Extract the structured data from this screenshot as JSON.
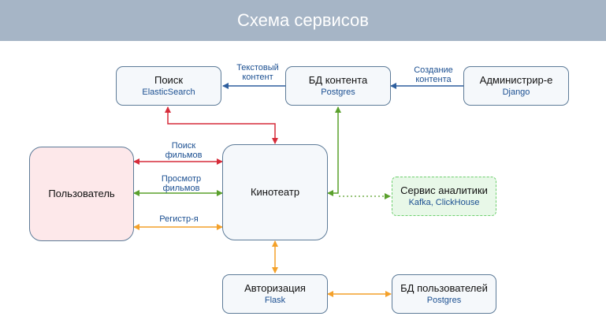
{
  "header": {
    "title": "Схема сервисов"
  },
  "nodes": {
    "search": {
      "title": "Поиск",
      "tech": "ElasticSearch"
    },
    "content_db": {
      "title": "БД контента",
      "tech": "Postgres"
    },
    "admin": {
      "title": "Администрир-е",
      "tech": "Django"
    },
    "user": {
      "title": "Пользователь"
    },
    "cinema": {
      "title": "Кинотеатр"
    },
    "analytics": {
      "title": "Сервис аналитики",
      "tech": "Kafka, ClickHouse"
    },
    "auth": {
      "title": "Авторизация",
      "tech": "Flask"
    },
    "users_db": {
      "title": "БД пользователей",
      "tech": "Postgres"
    }
  },
  "edges": {
    "text_content": "Текстовый\nконтент",
    "create_content": "Создание\nконтента",
    "search_films": "Поиск\nфильмов",
    "view_films": "Просмотр\nфильмов",
    "register": "Регистр-я"
  },
  "colors": {
    "header": "#a6b5c6",
    "blue_arrow": "#2f5f9e",
    "red_arrow": "#d62c3a",
    "green_arrow": "#5aa02c",
    "orange_arrow": "#f4a12a"
  }
}
